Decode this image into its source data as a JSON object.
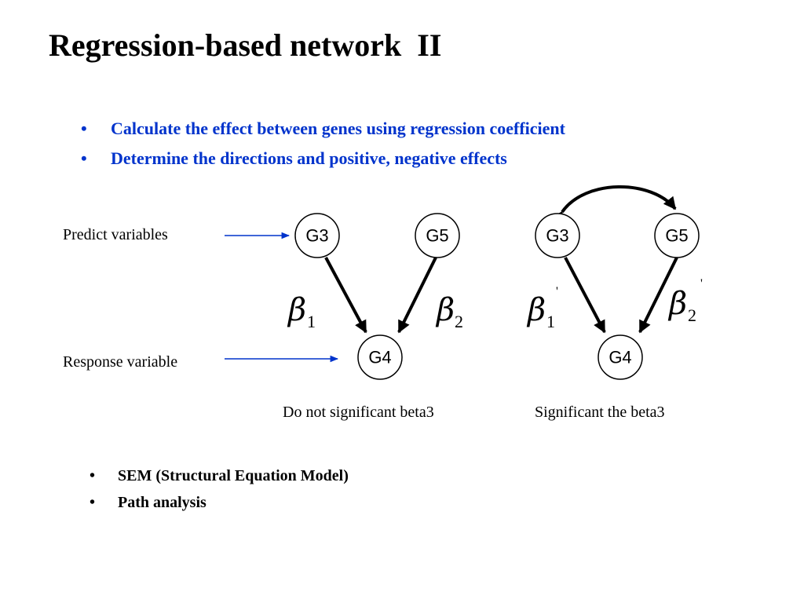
{
  "title": "Regression-based network  II",
  "top_bullets": [
    "Calculate the effect between genes using regression coefficient",
    "Determine the directions and positive, negative effects"
  ],
  "labels": {
    "predict": "Predict variables",
    "response": "Response variable"
  },
  "left_diagram": {
    "nodes": {
      "a": "G3",
      "b": "G5",
      "c": "G4"
    },
    "beta_symbol": "β",
    "beta_a_sub": "1",
    "beta_b_sub": "2",
    "caption": "Do not significant beta3"
  },
  "right_diagram": {
    "nodes": {
      "a": "G3",
      "b": "G5",
      "c": "G4"
    },
    "beta_symbol": "β",
    "beta_a_sub": "1",
    "beta_b_sub": "2",
    "prime": "'",
    "caption": "Significant the beta3"
  },
  "bottom_bullets": [
    "SEM (Structural Equation Model)",
    "Path analysis"
  ],
  "bullet_char": "•",
  "colors": {
    "bullet_text": "#0033cc",
    "pointer_arrow": "#0033cc",
    "edge": "#000000"
  }
}
